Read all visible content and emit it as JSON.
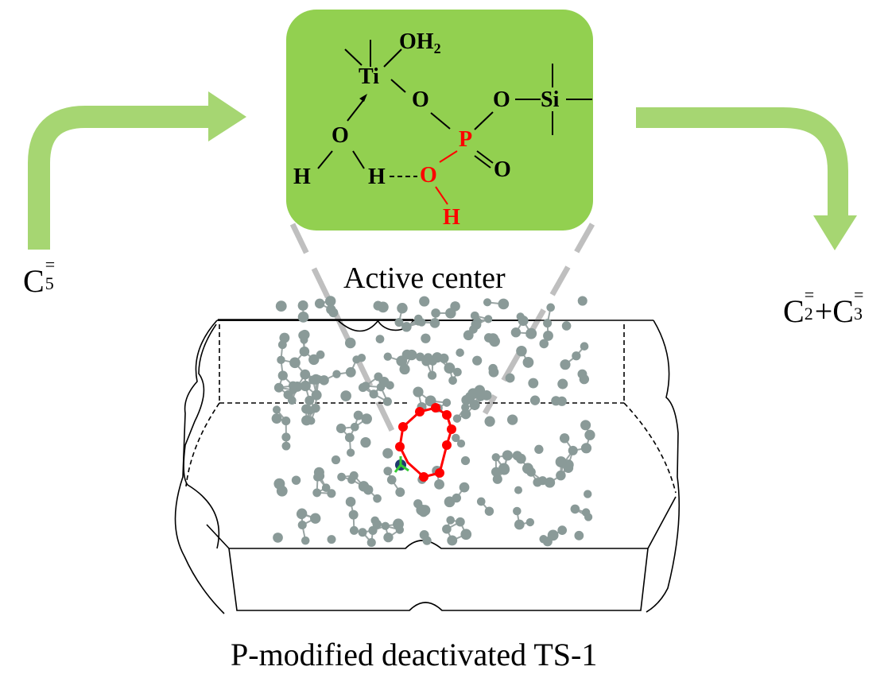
{
  "colors": {
    "arrow": "#a6d672",
    "panel": "#92d050",
    "red": "#ff0000",
    "dashed_connector": "#bfbfbf",
    "atom_gray": "#8a9a98",
    "ti_atom": "#1f3a6e"
  },
  "reactant": {
    "base": "C",
    "sub": "5",
    "sup": "="
  },
  "product": {
    "term1": {
      "base": "C",
      "sub": "2",
      "sup": "="
    },
    "plus": "+",
    "term2": {
      "base": "C",
      "sub": "3",
      "sup": "="
    }
  },
  "active_center_label": "Active center",
  "catalyst_label": "P-modified deactivated TS-1",
  "structure": {
    "ti": "Ti",
    "oh2": "OH",
    "oh2_sub": "2",
    "o_bridge": "O",
    "o_si": "O",
    "si": "Si",
    "p": "P",
    "o_double": "O",
    "o_water": "O",
    "h_left": "H",
    "h_mid": "H",
    "o_red": "O",
    "h_red": "H"
  }
}
